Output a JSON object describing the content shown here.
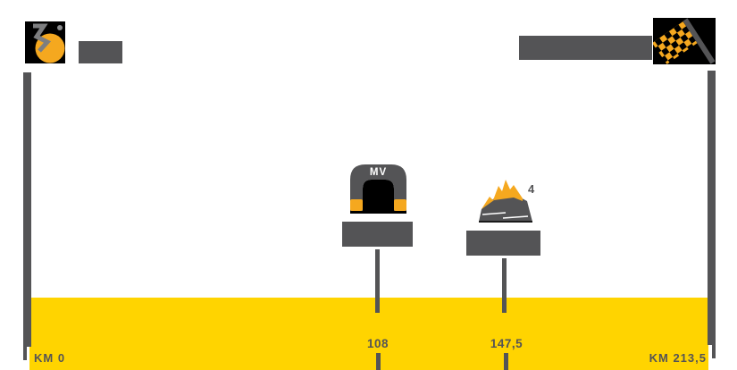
{
  "stage": {
    "start": {
      "label": "",
      "km_label": "KM 0"
    },
    "finish": {
      "label": "",
      "km_label": "KM 213,5"
    },
    "total_km": "213,5"
  },
  "waypoints": [
    {
      "kind": "intermediate-sprint",
      "icon": "sprint-arch-icon",
      "icon_text": "MV",
      "label": "",
      "km": "108"
    },
    {
      "kind": "categorized-climb",
      "icon": "mountain-icon",
      "category": "4",
      "label": "",
      "km": "147,5"
    }
  ],
  "colors": {
    "band_yellow": "#FFD400",
    "accent_orange": "#F5A81F",
    "frame_gray": "#545456",
    "icon_background": "#000000",
    "icon_text_white": "#FFFFFF"
  }
}
